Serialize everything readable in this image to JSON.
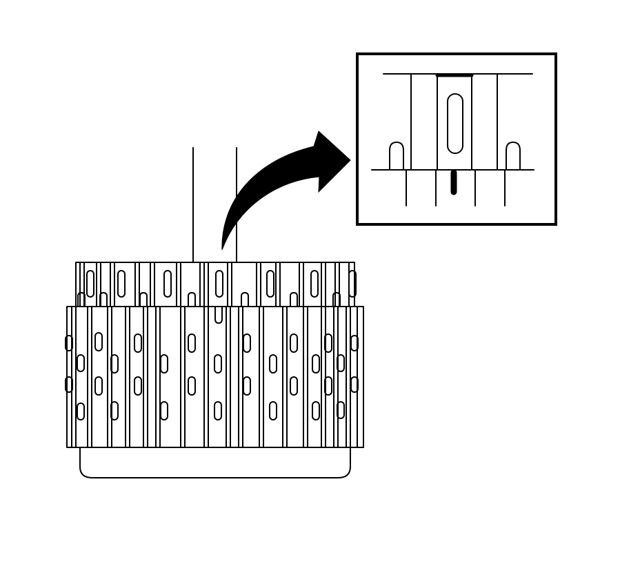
{
  "figure": {
    "background_color": "#ffffff",
    "line_color": "#000000",
    "components": [
      "clutch-drum-assembly",
      "callout-arrow",
      "detail-inset"
    ]
  }
}
